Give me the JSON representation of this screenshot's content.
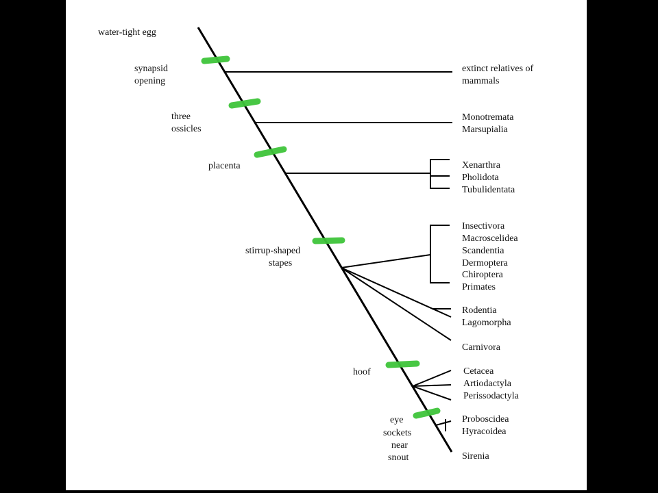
{
  "background_color": "#000000",
  "slide_color": "#ffffff",
  "marker_color": "#3ec43a",
  "root_label": "water-tight egg",
  "traits": [
    {
      "id": "synapsid",
      "lines": [
        "synapsid",
        "opening"
      ]
    },
    {
      "id": "ossicles",
      "lines": [
        "three",
        "ossicles"
      ]
    },
    {
      "id": "placenta",
      "lines": [
        "placenta"
      ]
    },
    {
      "id": "stapes",
      "lines": [
        "stirrup-shaped",
        "stapes"
      ]
    },
    {
      "id": "hoof",
      "lines": [
        "hoof"
      ]
    },
    {
      "id": "eye",
      "lines": [
        "eye",
        "sockets",
        "near",
        "snout"
      ]
    }
  ],
  "taxa": {
    "extinct": [
      "extinct relatives of",
      "mammals"
    ],
    "mono_marsu": [
      "Monotremata",
      "Marsupialia"
    ],
    "xenarthra_group": [
      "Xenarthra",
      "Pholidota",
      "Tubulidentata"
    ],
    "insectivora_group": [
      "Insectivora",
      "Macroscelidea",
      "Scandentia",
      "Dermoptera",
      "Chiroptera",
      "Primates"
    ],
    "rodent_group": [
      "Rodentia",
      "Lagomorpha"
    ],
    "carnivora": [
      "Carnivora"
    ],
    "ungulate_group": [
      "Cetacea",
      "Artiodactyla",
      "Perissodactyla"
    ],
    "proboscidea_group": [
      "Proboscidea",
      "Hyracoidea"
    ],
    "sirenia": [
      "Sirenia"
    ]
  }
}
